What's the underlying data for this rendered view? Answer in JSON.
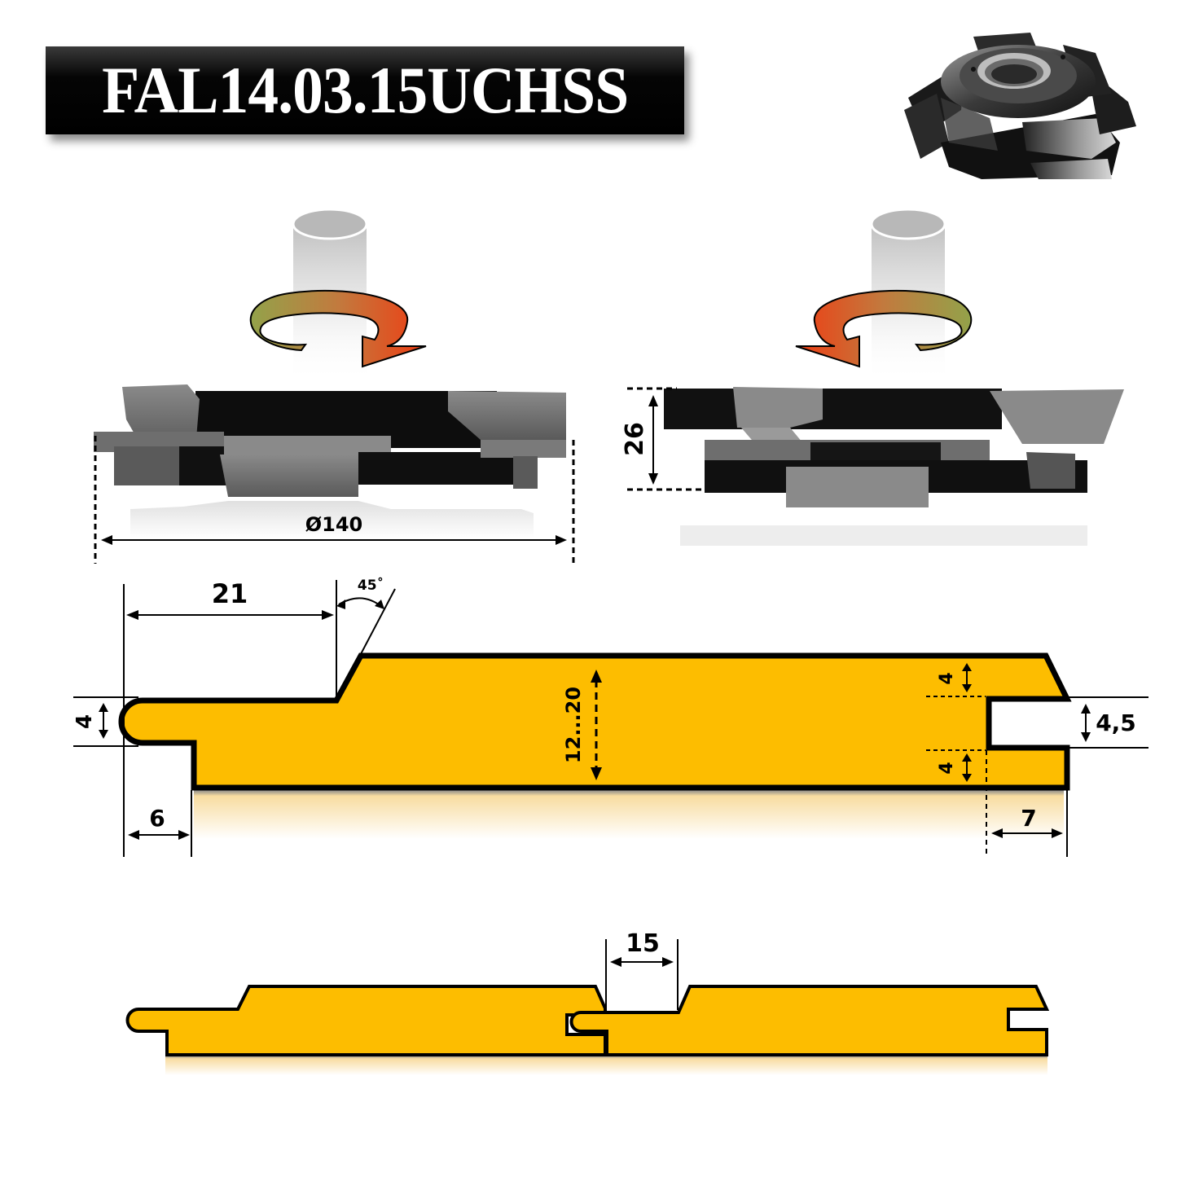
{
  "header": {
    "product_code": "FAL14.03.15UCHSS"
  },
  "colors": {
    "profile_fill": "#FDBD00",
    "outline": "#000000",
    "title_bg": "#000000",
    "title_text": "#ffffff",
    "arrow_red": "#E8401A",
    "arrow_green": "#93A24A"
  },
  "icons": {
    "cutter_photo": "milling-cutter-head-icon",
    "left_rotation": "clockwise-rotation-arrow-icon",
    "right_rotation": "counterclockwise-rotation-arrow-icon",
    "spindle": "spindle-cylinder-icon"
  },
  "cutter_left": {
    "diameter_label": "Ø140"
  },
  "cutter_right": {
    "height_label": "26"
  },
  "profile": {
    "tongue_length": "21",
    "chamfer_angle": "45˚",
    "tongue_thickness": "4",
    "shoulder_offset": "6",
    "board_thickness": "12...20",
    "groove_top_wall": "4",
    "groove_width": "4,5",
    "groove_bottom_wall": "4",
    "groove_depth": "7"
  },
  "assembly": {
    "gap_label": "15"
  }
}
